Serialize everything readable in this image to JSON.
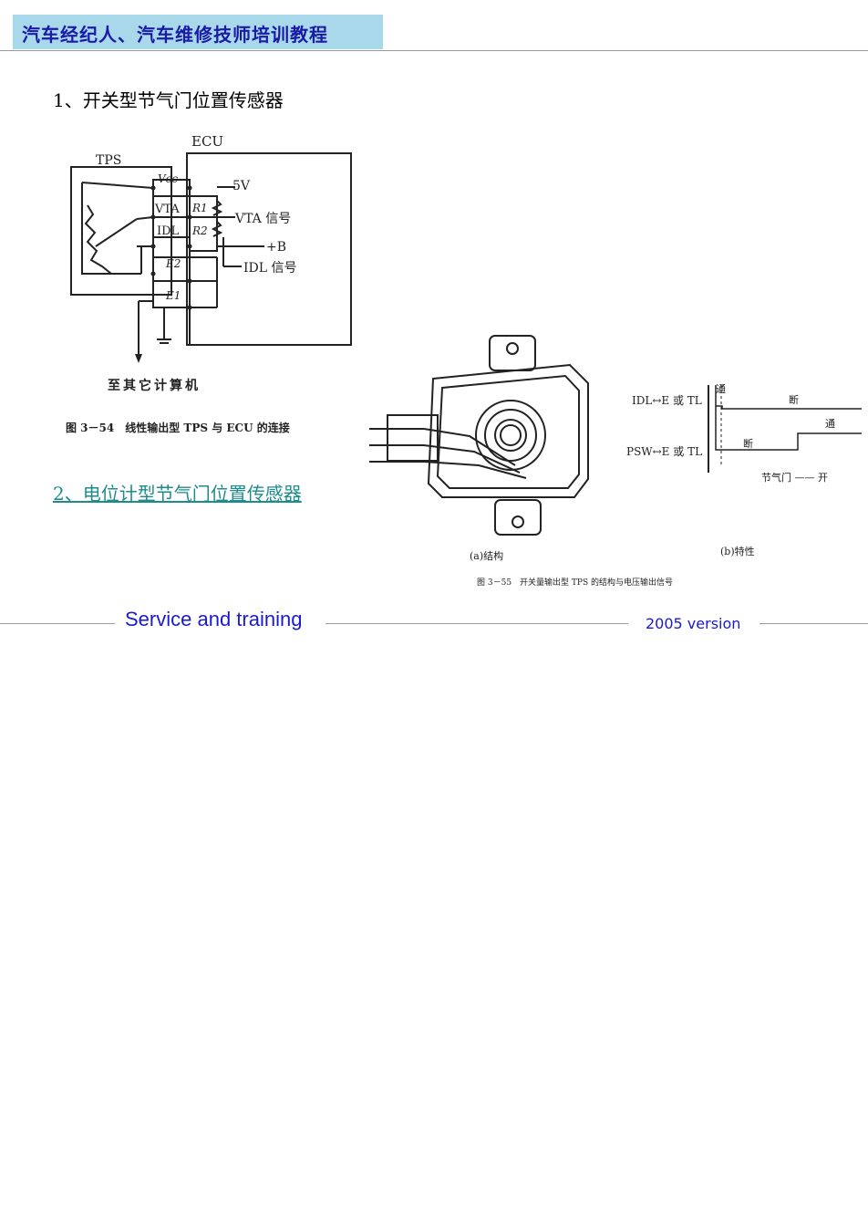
{
  "header": {
    "title": "汽车经纪人、汽车维修技师培训教程"
  },
  "sections": {
    "item1": "1、开关型节气门位置传感器",
    "item2": "2、电位计型节气门位置传感器"
  },
  "figure_54": {
    "labels": {
      "ecu": "ECU",
      "tps": "TPS",
      "vcc": "Vcc",
      "vta": "VTA",
      "idl": "IDL",
      "e2": "E2",
      "e1": "E1",
      "r1": "R1",
      "r2": "R2",
      "v5": "5V",
      "vta_signal": "VTA 信号",
      "plus_b": "+B",
      "idl_signal": "IDL 信号",
      "to_other": "至其它计算机"
    },
    "caption": "图 3－54　线性输出型 TPS 与 ECU 的连接"
  },
  "figure_55": {
    "idl_label": "IDL↔E 或 TL",
    "psw_label": "PSW↔E 或 TL",
    "idl_on": "通",
    "idl_off": "断",
    "psw_off": "断",
    "psw_on": "通",
    "axis_label": "节气门 —— 开",
    "caption_a": "(a)结构",
    "caption_b": "(b)特性",
    "caption": "图 3－55　开关量输出型 TPS 的结构与电压输出信号"
  },
  "footer": {
    "left": "Service and training",
    "right": "2005 version"
  }
}
